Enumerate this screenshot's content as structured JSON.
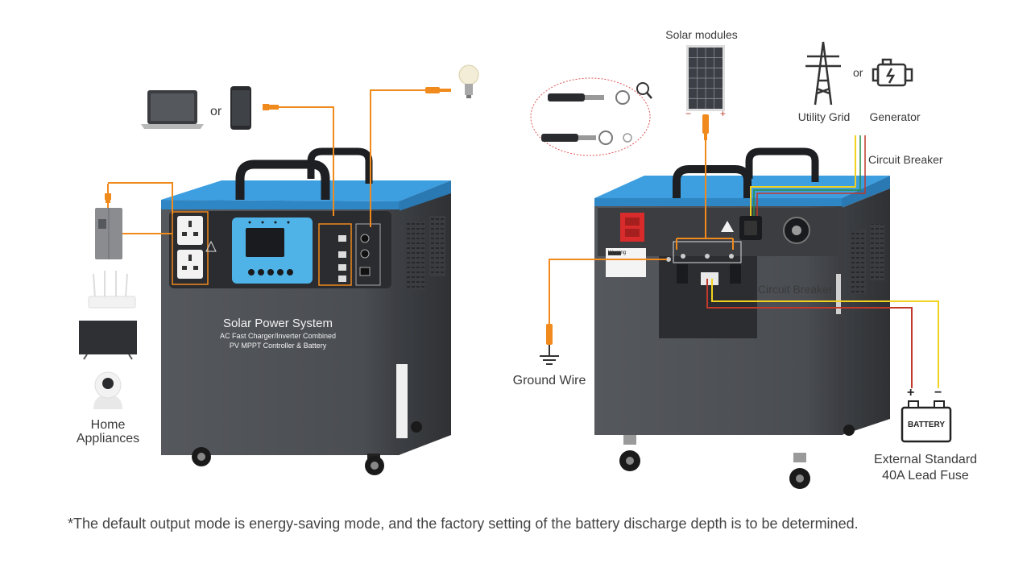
{
  "labels": {
    "or_left": "or",
    "home_appliances_line1": "Home",
    "home_appliances_line2": "Appliances",
    "solar_modules": "Solar modules",
    "or_right": "or",
    "utility_grid": "Utility Grid",
    "generator": "Generator",
    "circuit_breaker_top": "Circuit Breaker",
    "circuit_breaker_mid": "Circuit Breaker",
    "ground_wire": "Ground Wire",
    "battery": "BATTERY",
    "battery_plus": "+",
    "battery_minus": "−",
    "fuse_line1": "External Standard",
    "fuse_line2": "40A Lead Fuse",
    "solar_minus": "−",
    "solar_plus": "+"
  },
  "unit_front": {
    "title": "Solar Power System",
    "subtitle1": "AC Fast Charger/Inverter Combined",
    "subtitle2": "PV MPPT Controller & Battery"
  },
  "unit_back": {
    "warning_label": "Warning"
  },
  "footnote": "*The default output mode is energy-saving mode, and the factory setting of the battery discharge depth is to be determined.",
  "colors": {
    "wire_orange": "#f08a1c",
    "wire_yellow": "#f2d21e",
    "wire_red": "#c0392b",
    "cabinet": "#4a4d52",
    "lid_blue": "#3d9ee0",
    "lcd_blue": "#4fb3e8"
  }
}
